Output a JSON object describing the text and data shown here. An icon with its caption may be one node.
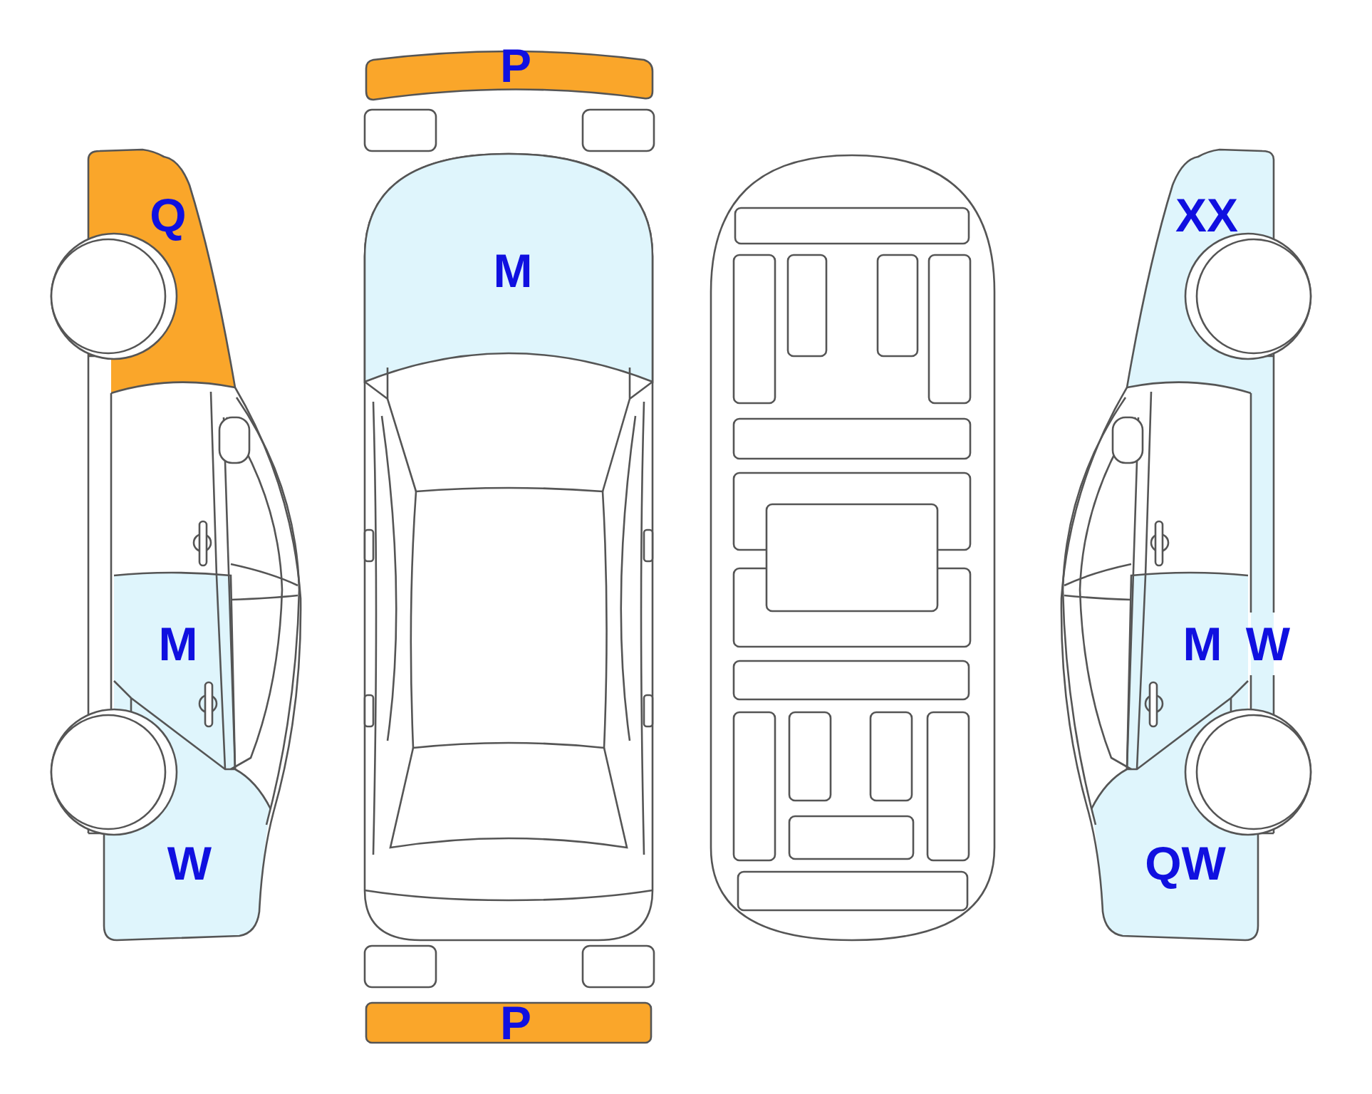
{
  "diagram": {
    "labels": [
      "P",
      "Q",
      "XX",
      "M",
      "M",
      "M",
      "W",
      "W",
      "QW",
      "P"
    ]
  }
}
